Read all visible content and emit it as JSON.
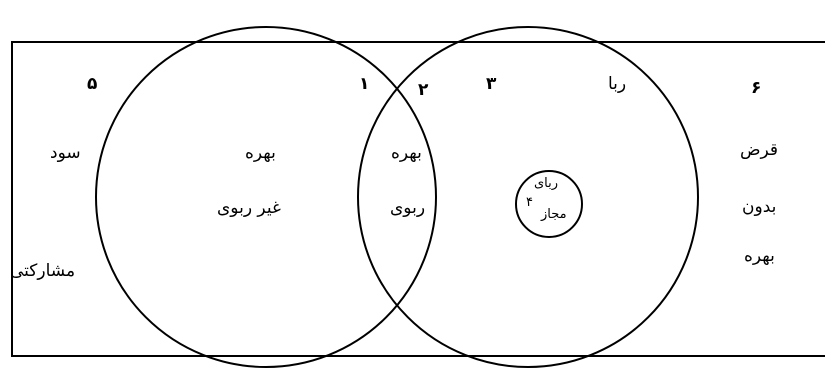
{
  "regions": {
    "r5": {
      "number": "۵",
      "line1": "سود",
      "line2": "مشارکتی"
    },
    "r1": {
      "number": "۱",
      "line1": "بهره",
      "line2": "غیر ربوی"
    },
    "r2": {
      "number": "۲",
      "line1": "بهره",
      "line2": "ربوی"
    },
    "r3": {
      "number": "۳",
      "title": "ربا"
    },
    "r4": {
      "number": "۴",
      "line1": "ربای",
      "line2": "مجاز"
    },
    "r6": {
      "number": "۶",
      "line1": "قرض",
      "line2": "بدون",
      "line3": "بهره"
    }
  },
  "colors": {
    "stroke": "#000000",
    "background": "#ffffff"
  }
}
